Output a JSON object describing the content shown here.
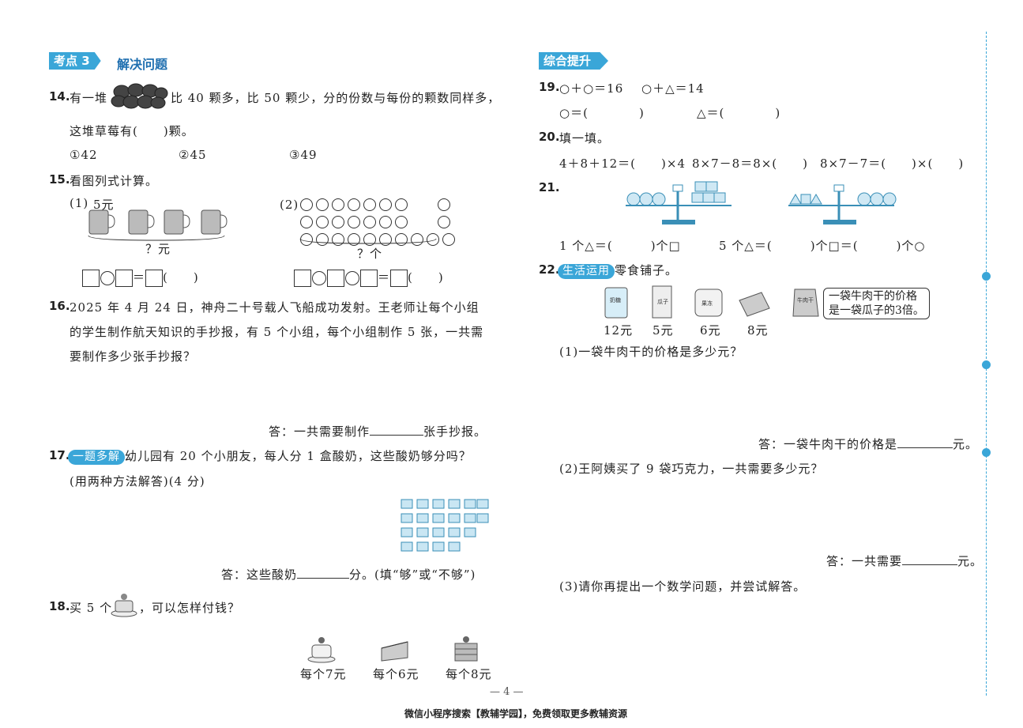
{
  "left": {
    "tag": "考点 3",
    "title": "解决问题",
    "q14": {
      "num": "14.",
      "text1": "有一堆",
      "text2": "比 40 颗多，比 50 颗少，分的份数与每份的颗数同样多，",
      "text3": "这堆草莓有(　　)颗。",
      "opt1": "①42",
      "opt2": "②45",
      "opt3": "③49"
    },
    "q15": {
      "num": "15.",
      "text": "看图列式计算。",
      "p1": "(1)",
      "price": "5元",
      "q1": "？元",
      "p2": "(2)",
      "q2": "？个",
      "paren": "(　　)"
    },
    "q16": {
      "num": "16.",
      "line1": "2025 年 4 月 24 日，神舟二十号载人飞船成功发射。王老师让每个小组",
      "line2": "的学生制作航天知识的手抄报，有 5 个小组，每个小组制作 5 张，一共需",
      "line3": "要制作多少张手抄报？",
      "ans_pre": "答：一共需要制作",
      "ans_post": "张手抄报。"
    },
    "q17": {
      "num": "17.",
      "tag": "一题多解",
      "line1": "幼儿园有 20 个小朋友，每人分 1 盒酸奶，这些酸奶够分吗？",
      "line2": "(用两种方法解答)(4 分)",
      "ans_pre": "答：这些酸奶",
      "ans_post": "分。(填“够”或“不够”)"
    },
    "q18": {
      "num": "18.",
      "pre": "买 5 个",
      "post": "，可以怎样付钱？",
      "c1": "每个7元",
      "c2": "每个6元",
      "c3": "每个8元"
    }
  },
  "right": {
    "tag": "综合提升",
    "q19": {
      "num": "19.",
      "eq1": "○＋○＝16",
      "eq2": "○＋△＝14",
      "a1": "○＝(　　　　)",
      "a2": "△＝(　　　　)"
    },
    "q20": {
      "num": "20.",
      "text": "填一填。",
      "e1": "4＋8＋12＝(　　)×4",
      "e2": "8×7－8＝8×(　　)",
      "e3": "8×7－7＝(　　)×(　　)"
    },
    "q21": {
      "num": "21.",
      "a1": "1 个△＝(　　　)个□",
      "a2": "5 个△＝(　　　)个□＝(　　　)个○"
    },
    "q22": {
      "num": "22.",
      "tag": "生活运用",
      "title": "零食铺子。",
      "prices": [
        "12元",
        "5元",
        "6元",
        "8元"
      ],
      "labels": [
        "奶糖",
        "瓜子",
        "果冻",
        "",
        "牛肉干"
      ],
      "bubble1": "一袋牛肉干的价格",
      "bubble2": "是一袋瓜子的3倍。",
      "s1": "(1)一袋牛肉干的价格是多少元？",
      "a1_pre": "答：一袋牛肉干的价格是",
      "a1_post": "元。",
      "s2": "(2)王阿姨买了 9 袋巧克力，一共需要多少元？",
      "a2_pre": "答：一共需要",
      "a2_post": "元。",
      "s3": "(3)请你再提出一个数学问题，并尝试解答。"
    }
  },
  "page_num": "— 4 —",
  "footer": "微信小程序搜索【教辅学园】，免费领取更多教辅资源"
}
